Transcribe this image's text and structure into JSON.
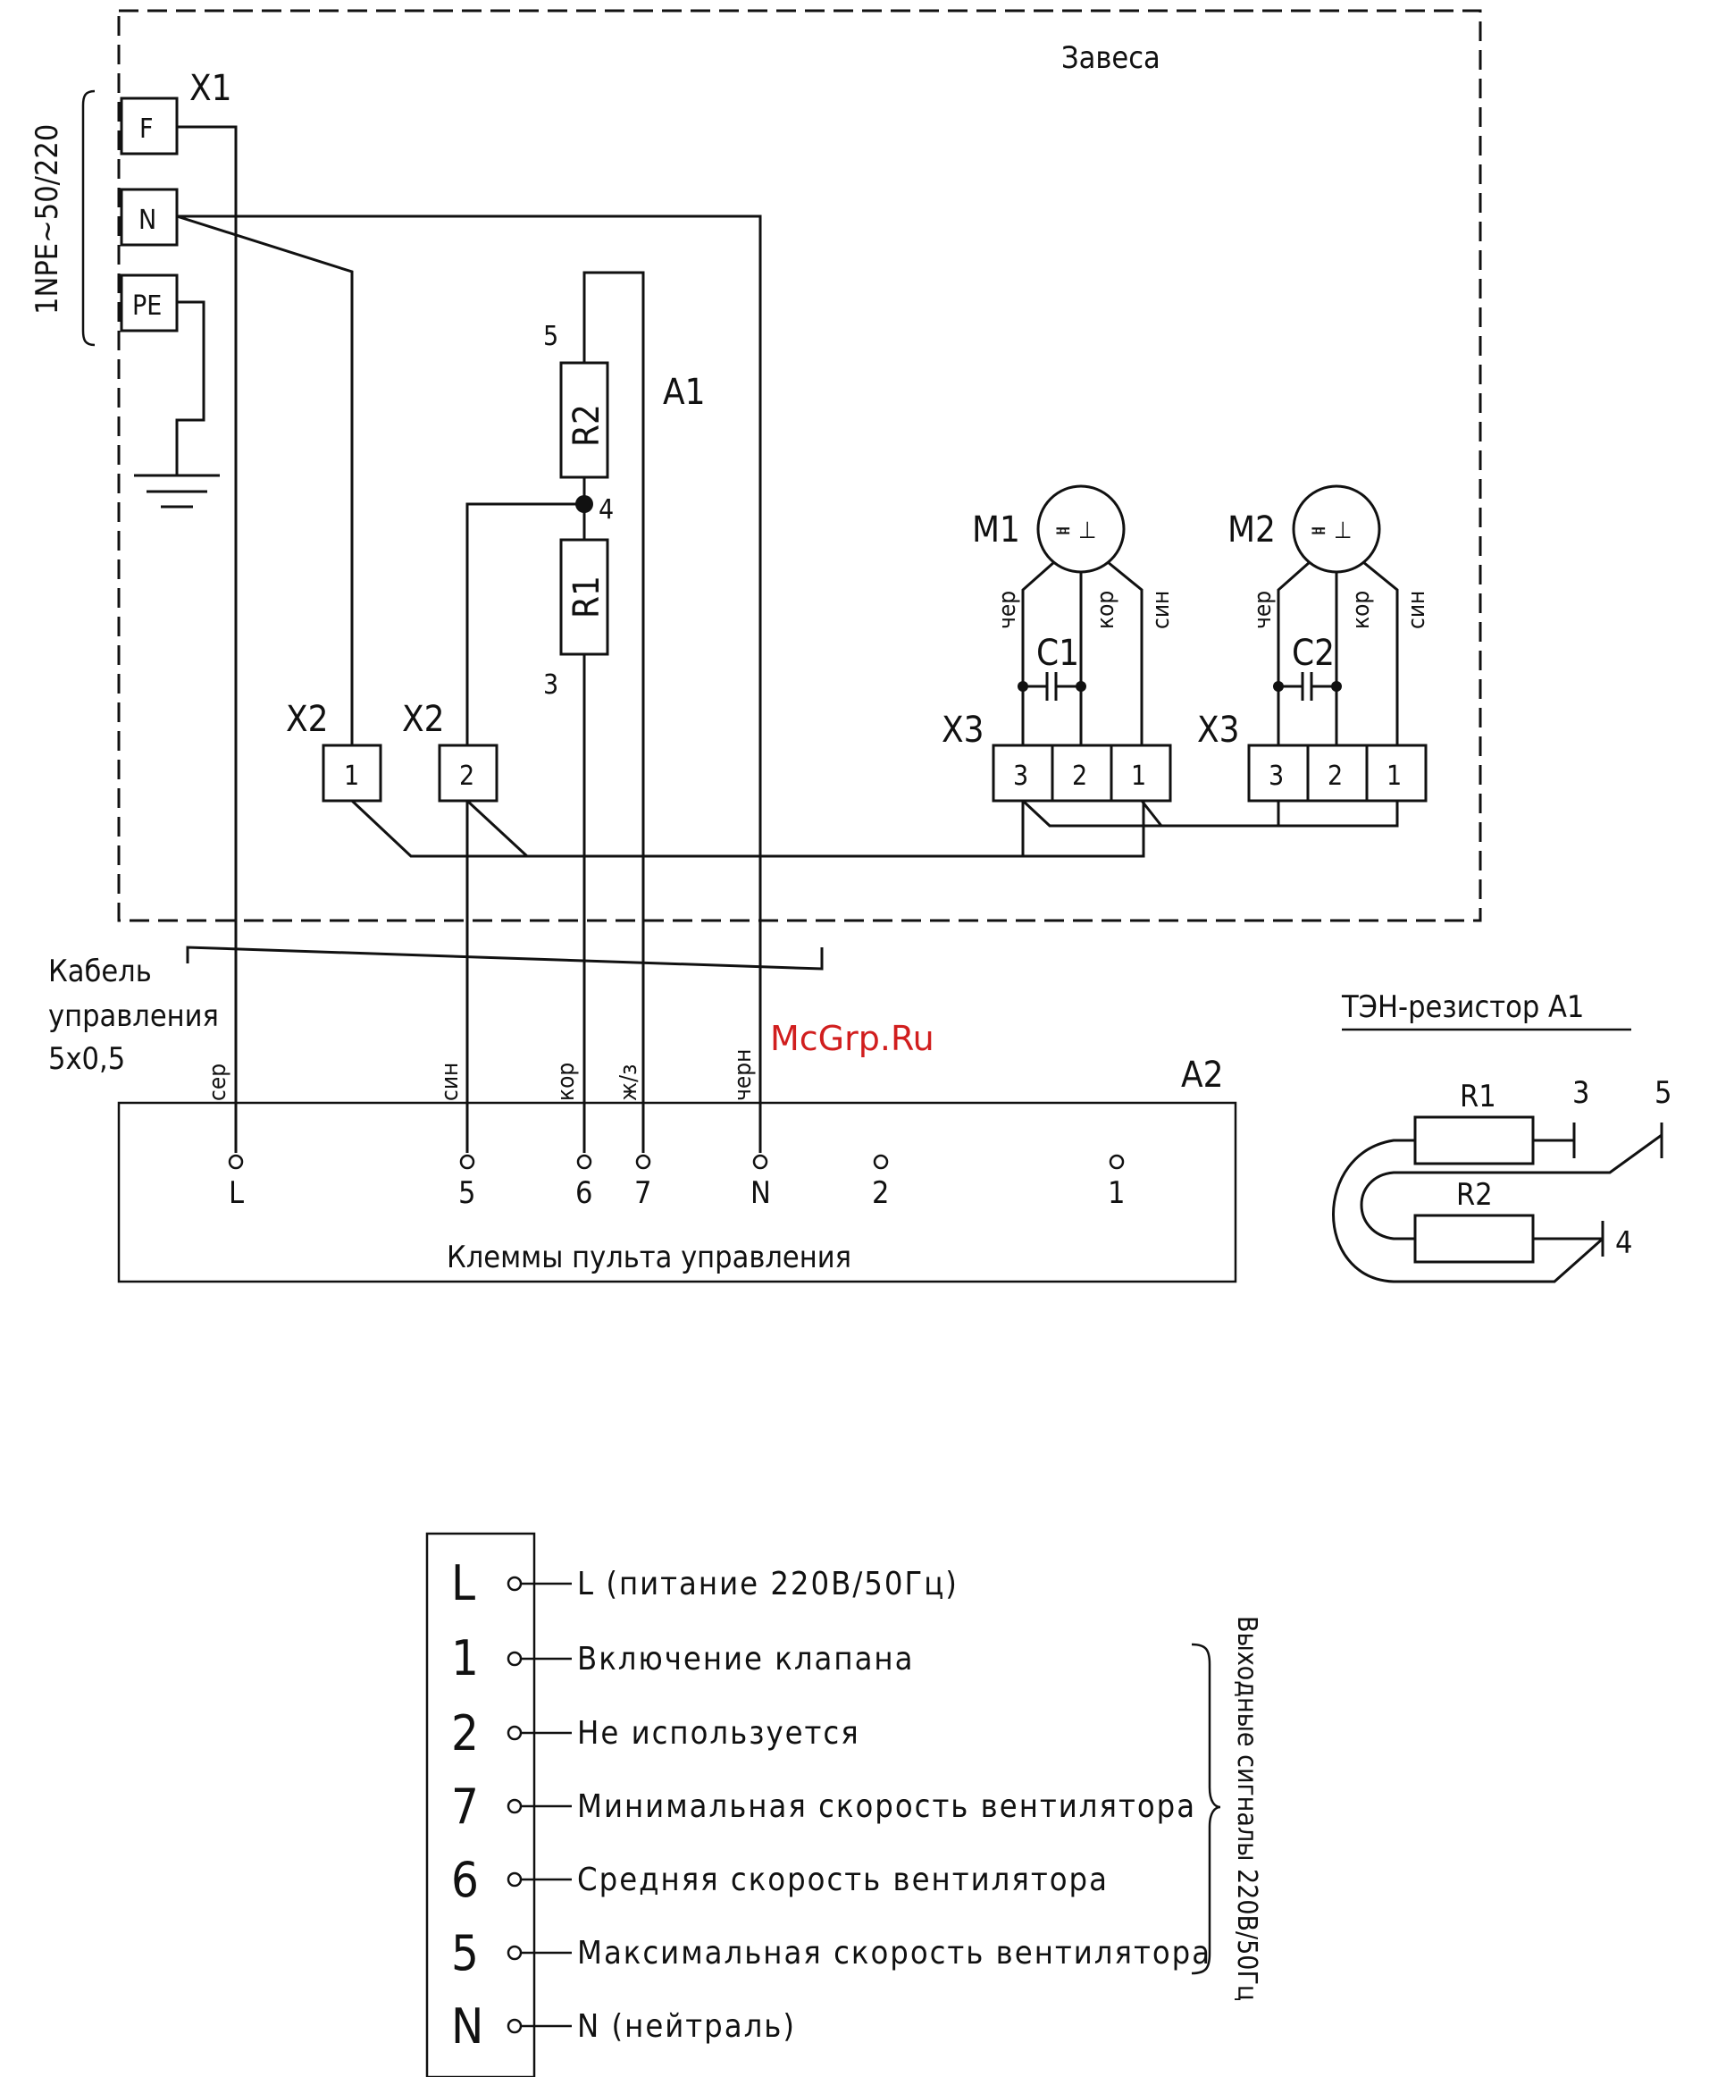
{
  "curtain_label": "Завеса",
  "power": {
    "spec": "1NPE~50/220"
  },
  "x1": {
    "name": "X1",
    "pins": [
      "F",
      "N",
      "PE"
    ]
  },
  "a1": {
    "name": "A1",
    "r2": "R2",
    "r1": "R1",
    "node5": "5",
    "node4": "4",
    "node3": "3"
  },
  "x2a": {
    "name": "X2",
    "pin": "1"
  },
  "x2b": {
    "name": "X2",
    "pin": "2"
  },
  "m1": {
    "name": "M1",
    "symbol": "≖ ⊥",
    "cap": "C1",
    "wires": [
      "чер",
      "кор",
      "син"
    ]
  },
  "m2": {
    "name": "M2",
    "symbol": "≖ ⊥",
    "cap": "C2",
    "wires": [
      "чер",
      "кор",
      "син"
    ]
  },
  "x3a": {
    "name": "X3",
    "pins": [
      "3",
      "2",
      "1"
    ]
  },
  "x3b": {
    "name": "X3",
    "pins": [
      "3",
      "2",
      "1"
    ]
  },
  "cable": {
    "line1": "Кабель",
    "line2": "управления",
    "line3": "5х0,5"
  },
  "cable_wires": [
    "сер",
    "син",
    "кор",
    "ж/з",
    "черн"
  ],
  "a2": {
    "name": "A2",
    "title": "Клеммы пульта управления",
    "terminals": [
      "L",
      "5",
      "6",
      "7",
      "N",
      "2",
      "1"
    ]
  },
  "ten": {
    "title": "ТЭН-резистор А1",
    "r1": "R1",
    "r2": "R2",
    "n3": "3",
    "n5": "5",
    "n4": "4"
  },
  "watermark": "McGrp.Ru",
  "legend": {
    "rows": [
      {
        "pin": "L",
        "text": "L (питание 220В/50Гц)"
      },
      {
        "pin": "1",
        "text": "Включение клапана"
      },
      {
        "pin": "2",
        "text": "Не используется"
      },
      {
        "pin": "7",
        "text": "Минимальная скорость вентилятора"
      },
      {
        "pin": "6",
        "text": "Средняя скорость вентилятора"
      },
      {
        "pin": "5",
        "text": "Максимальная скорость вентилятора"
      },
      {
        "pin": "N",
        "text": "N (нейтраль)"
      }
    ],
    "bracket_label": "Выходные сигналы 220В/50Гц"
  }
}
